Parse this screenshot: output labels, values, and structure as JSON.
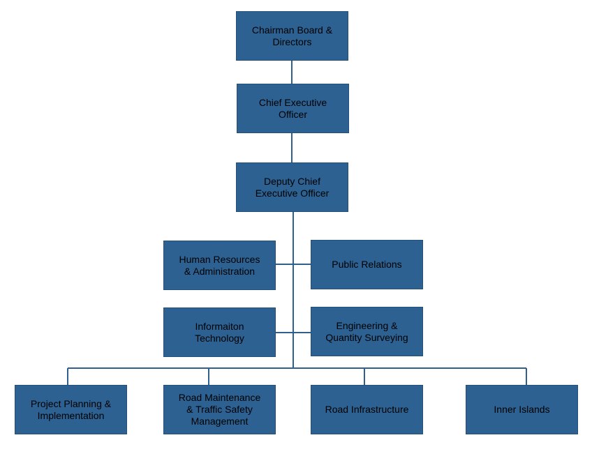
{
  "org_chart": {
    "nodes": {
      "chairman": "Chairman Board & Directors",
      "ceo": "Chief Executive Officer",
      "deputy_ceo": "Deputy Chief Executive Officer",
      "hr": "Human Resources & Administration",
      "pr": "Public Relations",
      "it": "Informaiton Technology",
      "engineering": "Engineering & Quantity Surveying",
      "project_planning": "Project Planning & Implementation",
      "road_maintenance": "Road Maintenance & Traffic Safety Management",
      "road_infrastructure": "Road Infrastructure",
      "inner_islands": "Inner Islands"
    },
    "colors": {
      "box_fill": "#2d6192",
      "connector": "#2e5f8f",
      "text": "#000000"
    }
  }
}
